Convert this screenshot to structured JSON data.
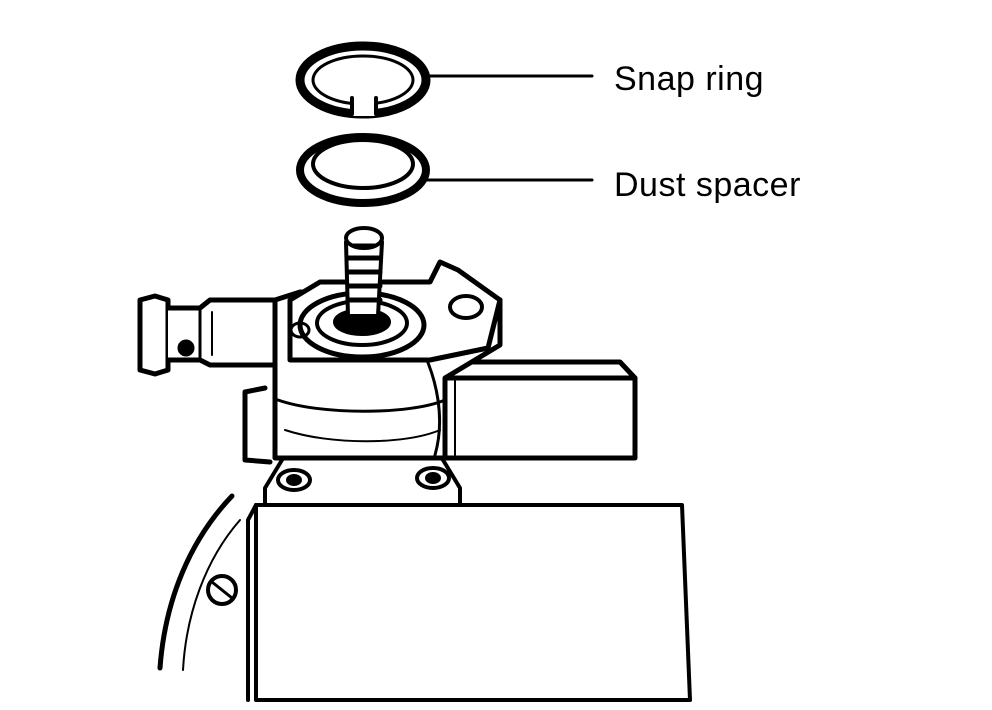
{
  "diagram": {
    "callouts": [
      {
        "id": "snap",
        "text": "Snap ring"
      },
      {
        "id": "dust",
        "text": "Dust spacer"
      }
    ],
    "colors": {
      "ink": "#000000",
      "paper": "#ffffff"
    }
  }
}
